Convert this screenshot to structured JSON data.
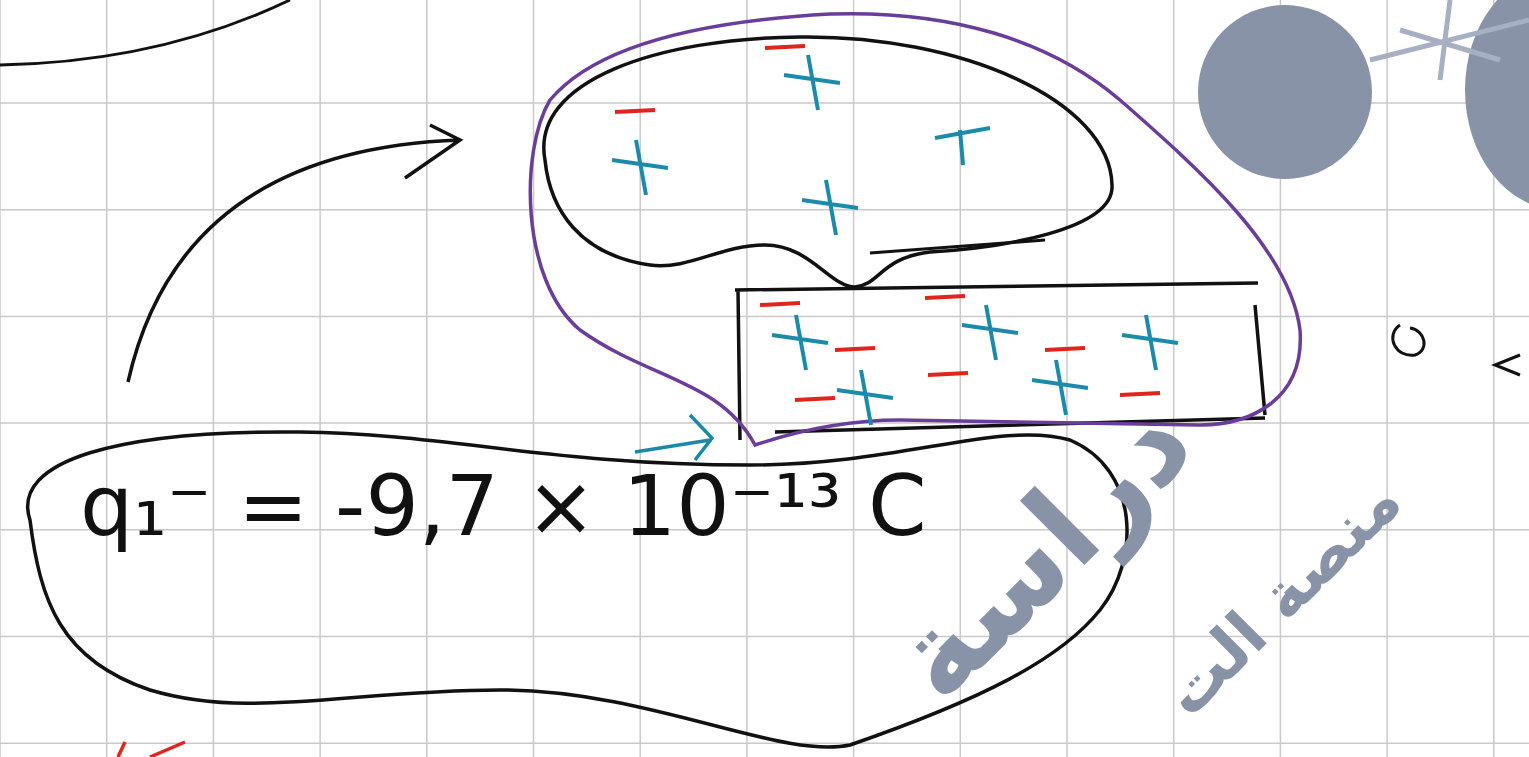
{
  "diagram": {
    "nodes": [
      {
        "text": [
          "q₁⁻ = -9,7 × 10⁻¹³ C"
        ]
      }
    ],
    "labels": [
      "دراسة",
      "منصة الت"
    ]
  }
}
